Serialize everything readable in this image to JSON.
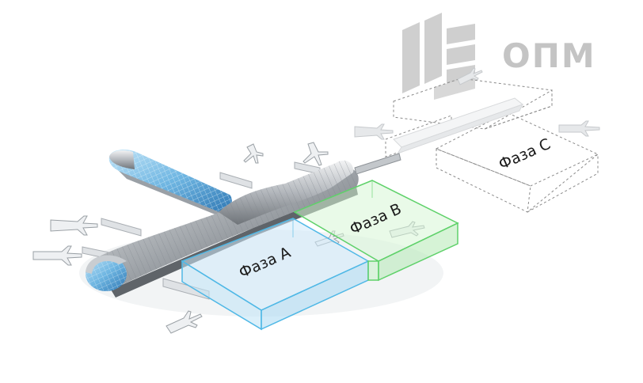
{
  "logo": {
    "text": "ОПМ"
  },
  "phases": [
    {
      "id": "a",
      "label": "Фаза А",
      "color": "#4fb8e6"
    },
    {
      "id": "b",
      "label": "Фаза В",
      "color": "#5fd16a"
    },
    {
      "id": "c",
      "label": "Фаза С",
      "color": "#8a8a8a"
    }
  ]
}
